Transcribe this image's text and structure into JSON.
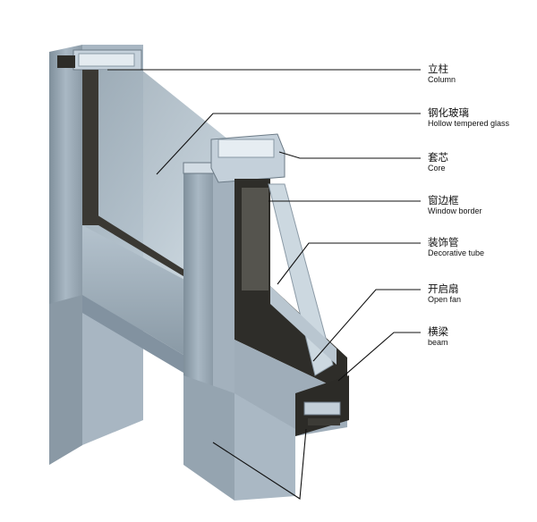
{
  "diagram": {
    "labels": [
      {
        "id": "column",
        "zh": "立柱",
        "en": "Column"
      },
      {
        "id": "glass",
        "zh": "钢化玻璃",
        "en": "Hollow tempered glass"
      },
      {
        "id": "core",
        "zh": "套芯",
        "en": "Core"
      },
      {
        "id": "window",
        "zh": "窗边框",
        "en": "Window border"
      },
      {
        "id": "decorative",
        "zh": "装饰管",
        "en": "Decorative tube"
      },
      {
        "id": "openfan",
        "zh": "开启扇",
        "en": "Open fan"
      },
      {
        "id": "beam",
        "zh": "横梁",
        "en": "beam"
      }
    ]
  },
  "colors": {
    "aluminum_light": "#b9c7d3",
    "aluminum_mid": "#8fa0ae",
    "aluminum_dark": "#5e6d78",
    "frame_dark": "#2b2a26",
    "glass": "#c9d6de"
  }
}
